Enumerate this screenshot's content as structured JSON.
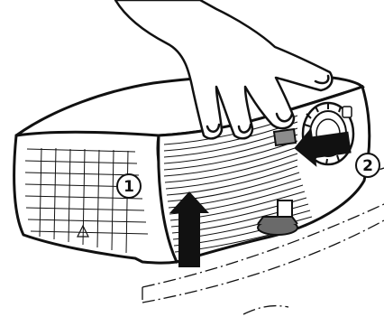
{
  "figure": {
    "description_free": true,
    "colors": {
      "ink": "#111111",
      "body": "#ffffff",
      "shade": "#8c8c8c",
      "foot": "#6a6a6a"
    }
  },
  "callouts": [
    {
      "id": "callout-1",
      "label": "1"
    },
    {
      "id": "callout-2",
      "label": "2"
    }
  ],
  "icons": {
    "hand": "hand-icon",
    "projector": "projector-icon",
    "foot": "adjustable-foot-icon",
    "lift_arrow": "up-arrow-icon",
    "press_arrow": "left-arrow-icon"
  }
}
